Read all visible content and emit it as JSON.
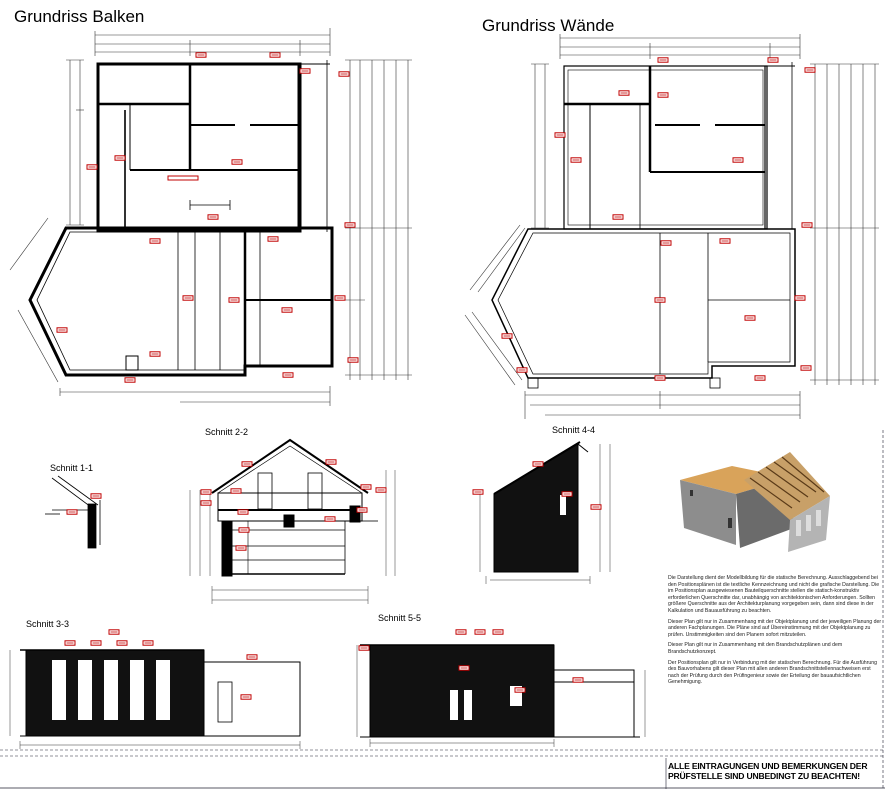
{
  "titles": {
    "plan_beams": "Grundriss Balken",
    "plan_walls": "Grundriss Wände"
  },
  "sections": {
    "s1": "Schnitt 1-1",
    "s2": "Schnitt 2-2",
    "s3": "Schnitt 3-3",
    "s4": "Schnitt 4-4",
    "s5": "Schnitt 5-5"
  },
  "notes": {
    "p1": "Die Darstellung dient der Modellbildung für die statische Berechnung. Ausschlaggebend bei den Positionsplänen ist die textliche Kennzeichnung und nicht die grafische Darstellung. Die im Positionsplan ausgewiesenen Bauteilquerschnitte stellen die statisch-konstruktiv erforderlichen Querschnitte dar, unabhängig von architektonischen Anforderungen. Sollten größere Querschnitte aus der Architekturplanung vorgegeben sein, dann sind diese in der Kalkulation und Bauausführung zu beachten.",
    "p2": "Dieser Plan gilt nur in Zusammenhang mit der Objektplanung und der jeweiligen Planung der anderen Fachplanungen. Die Pläne sind auf Übereinstimmung mit der Objektplanung zu prüfen. Unstimmigkeiten sind den Planern sofort mitzuteilen.",
    "p3": "Dieser Plan gilt nur in Zusammenhang mit den Brandschutzplänen und dem Brandschutzkonzept.",
    "p4": "Der Positionsplan gilt nur in Verbindung mit der statischen Berechnung. Für die Ausführung des Bauvorhabens gilt dieser Plan mit allen anderen Brandschnittstellennachweisen erst nach der Prüfung durch den Prüfingenieur sowie der Erteilung der bauaufsichtlichen Genehmigung."
  },
  "warning": "ALLE EINTRAGUNGEN UND BEMERKUNGEN DER PRÜFSTELLE SIND UNBEDINGT ZU BEACHTEN!",
  "colors": {
    "ink": "#000000",
    "marker": "#c00000",
    "dim": "#333333"
  }
}
